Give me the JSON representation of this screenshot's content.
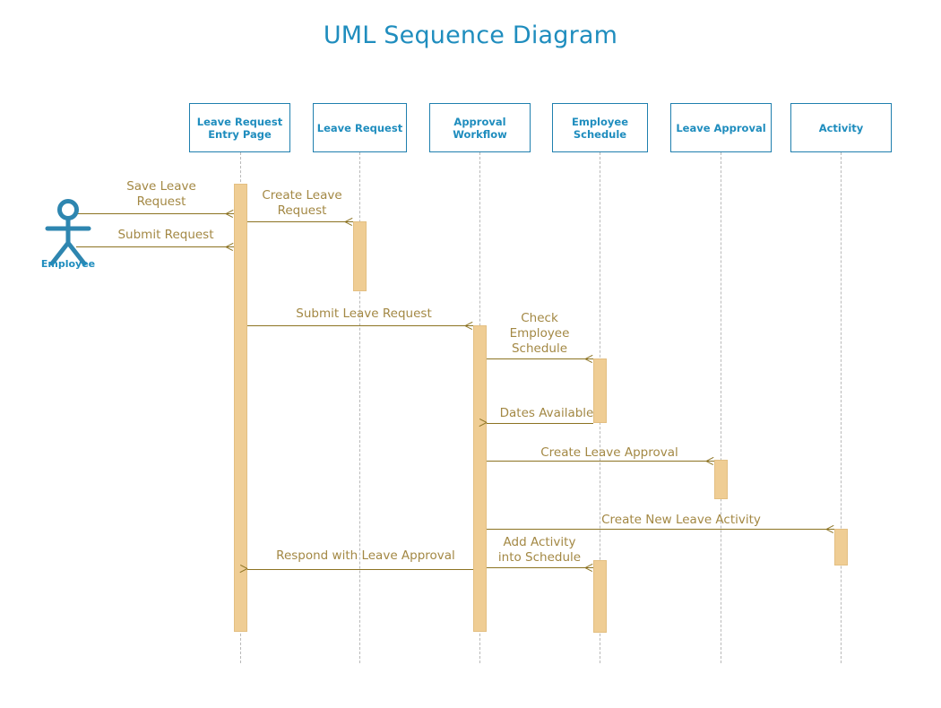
{
  "title": "UML Sequence Diagram",
  "colors": {
    "title": "#1F8DBE",
    "lifeline_border": "#1F7FAE",
    "lifeline_text": "#1F8DBE",
    "activation_fill": "#EFCD94",
    "activation_border": "#E3BF82",
    "message_line": "#8C7322",
    "message_text": "#A38844",
    "lifeline_stem": "#B9B9B9",
    "actor": "#2E86B0",
    "background": "#FFFFFF"
  },
  "actor": {
    "name": "Employee",
    "icon": "stick-figure-actor-icon"
  },
  "lifelines": [
    {
      "id": "entry-page",
      "label": "Leave Request\nEntry Page"
    },
    {
      "id": "leave-request",
      "label": "Leave Request"
    },
    {
      "id": "approval-workflow",
      "label": "Approval\nWorkflow"
    },
    {
      "id": "employee-schedule",
      "label": "Employee\nSchedule"
    },
    {
      "id": "leave-approval",
      "label": "Leave Approval"
    },
    {
      "id": "activity",
      "label": "Activity"
    }
  ],
  "messages": [
    {
      "id": "save-leave-request",
      "label": "Save Leave\nRequest",
      "from": "Employee",
      "to": "Leave Request Entry Page",
      "direction": "right"
    },
    {
      "id": "submit-request",
      "label": "Submit  Request",
      "from": "Employee",
      "to": "Leave Request Entry Page",
      "direction": "right"
    },
    {
      "id": "create-leave-request",
      "label": "Create Leave\nRequest",
      "from": "Leave Request Entry Page",
      "to": "Leave Request",
      "direction": "right"
    },
    {
      "id": "submit-leave-request",
      "label": "Submit  Leave Request",
      "from": "Leave Request Entry Page",
      "to": "Approval Workflow",
      "direction": "right"
    },
    {
      "id": "check-employee-schedule",
      "label": "Check\nEmployee\nSchedule",
      "from": "Approval Workflow",
      "to": "Employee Schedule",
      "direction": "right"
    },
    {
      "id": "dates-available",
      "label": "Dates Available",
      "from": "Employee Schedule",
      "to": "Approval Workflow",
      "direction": "left"
    },
    {
      "id": "create-leave-approval",
      "label": "Create Leave Approval",
      "from": "Approval Workflow",
      "to": "Leave Approval",
      "direction": "right"
    },
    {
      "id": "create-new-leave-activity",
      "label": "Create New Leave Activity",
      "from": "Approval Workflow",
      "to": "Activity",
      "direction": "right"
    },
    {
      "id": "add-activity-into-schedule",
      "label": "Add Activity\ninto Schedule",
      "from": "Approval Workflow",
      "to": "Employee Schedule",
      "direction": "right"
    },
    {
      "id": "respond-with-leave-approval",
      "label": "Respond with Leave Approval",
      "from": "Approval Workflow",
      "to": "Leave Request Entry Page",
      "direction": "left"
    }
  ]
}
